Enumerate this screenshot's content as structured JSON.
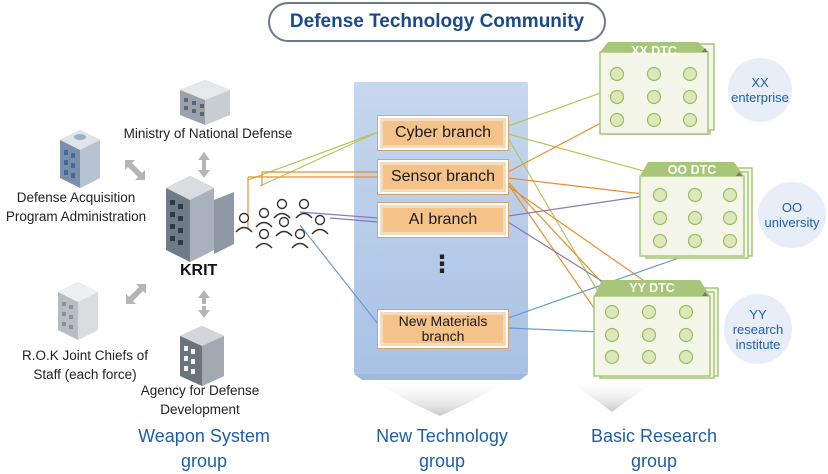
{
  "title": "Defense Technology Community",
  "krit": "KRIT",
  "orgs": {
    "mnd": "Ministry of National Defense",
    "dapa_line1": "Defense Acquisition",
    "dapa_line2": "Program Administration",
    "jcs_line1": "R.O.K Joint Chiefs of",
    "jcs_line2": "Staff (each force)",
    "add_line1": "Agency for Defense",
    "add_line2": "Development"
  },
  "branches": {
    "cyber": "Cyber branch",
    "sensor": "Sensor branch",
    "ai": "AI branch",
    "ellipsis": "⋮",
    "materials_line1": "New Materials",
    "materials_line2": "branch"
  },
  "dtcs": {
    "xx": "XX DTC",
    "oo": "OO DTC",
    "yy": "YY DTC"
  },
  "partners": {
    "xx_line1": "XX",
    "xx_line2": "enterprise",
    "oo_line1": "OO",
    "oo_line2": "university",
    "yy_line1": "YY",
    "yy_line2": "research",
    "yy_line3": "institute"
  },
  "groups": {
    "weapon_line1": "Weapon System",
    "weapon_line2": "group",
    "newtech_line1": "New Technology",
    "newtech_line2": "group",
    "basic_line1": "Basic Research",
    "basic_line2": "group"
  },
  "colors": {
    "title_text": "#1a4a88",
    "group_text": "#1f5ea8",
    "column_blue": "#b8cde8",
    "branch_fill": "#f5c389",
    "dtc_header": "#a8c679",
    "dtc_body": "#f3f6e8",
    "line_green": "#b5c65a",
    "line_orange": "#e8912a",
    "line_purple": "#8a7ab8",
    "line_blue": "#6a9ad0"
  }
}
